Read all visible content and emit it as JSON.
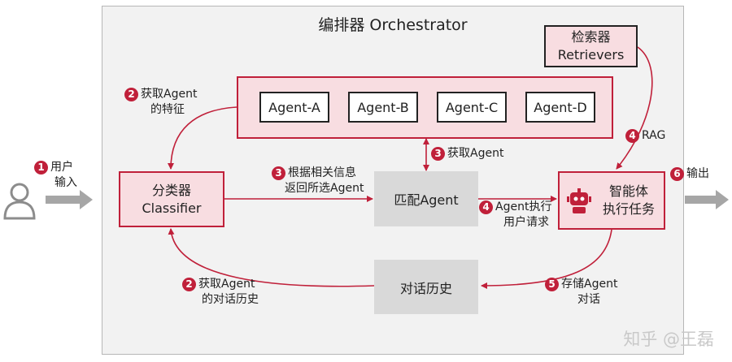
{
  "orchestrator": {
    "title": "编排器 Orchestrator"
  },
  "retrievers": {
    "line1": "检索器",
    "line2": "Retrievers"
  },
  "agents": [
    "Agent-A",
    "Agent-B",
    "Agent-C",
    "Agent-D"
  ],
  "classifier": {
    "line1": "分类器",
    "line2": "Classifier"
  },
  "matcher": {
    "label": "匹配Agent"
  },
  "executor": {
    "line1": "智能体",
    "line2": "执行任务"
  },
  "history": {
    "label": "对话历史"
  },
  "user_input": {
    "badge": "1",
    "line1": "用户",
    "line2": "输入"
  },
  "output": {
    "badge": "6",
    "label": "输出"
  },
  "step2_top": {
    "badge": "2",
    "line1": "获取Agent",
    "line2": "的特征"
  },
  "step3_get": {
    "badge": "3",
    "label": "获取Agent"
  },
  "step3_filter": {
    "badge": "3",
    "line1": "根据相关信息",
    "line2": "返回所选Agent"
  },
  "step4_rag": {
    "badge": "4",
    "label": "RAG"
  },
  "step4_exec": {
    "badge": "4",
    "line1": "Agent执行",
    "line2": "用户请求"
  },
  "step5_store": {
    "badge": "5",
    "line1": "存储Agent",
    "line2": "对话"
  },
  "step2_bottom": {
    "badge": "2",
    "line1": "获取Agent",
    "line2": "的对话历史"
  },
  "watermark": "知乎 @王磊",
  "colors": {
    "accent": "#c0203a",
    "pink_fill": "#f8dde1",
    "gray_fill": "#d9d9d9",
    "arrow_gray": "#a6a6a6",
    "panel": "#f2f2f2"
  }
}
